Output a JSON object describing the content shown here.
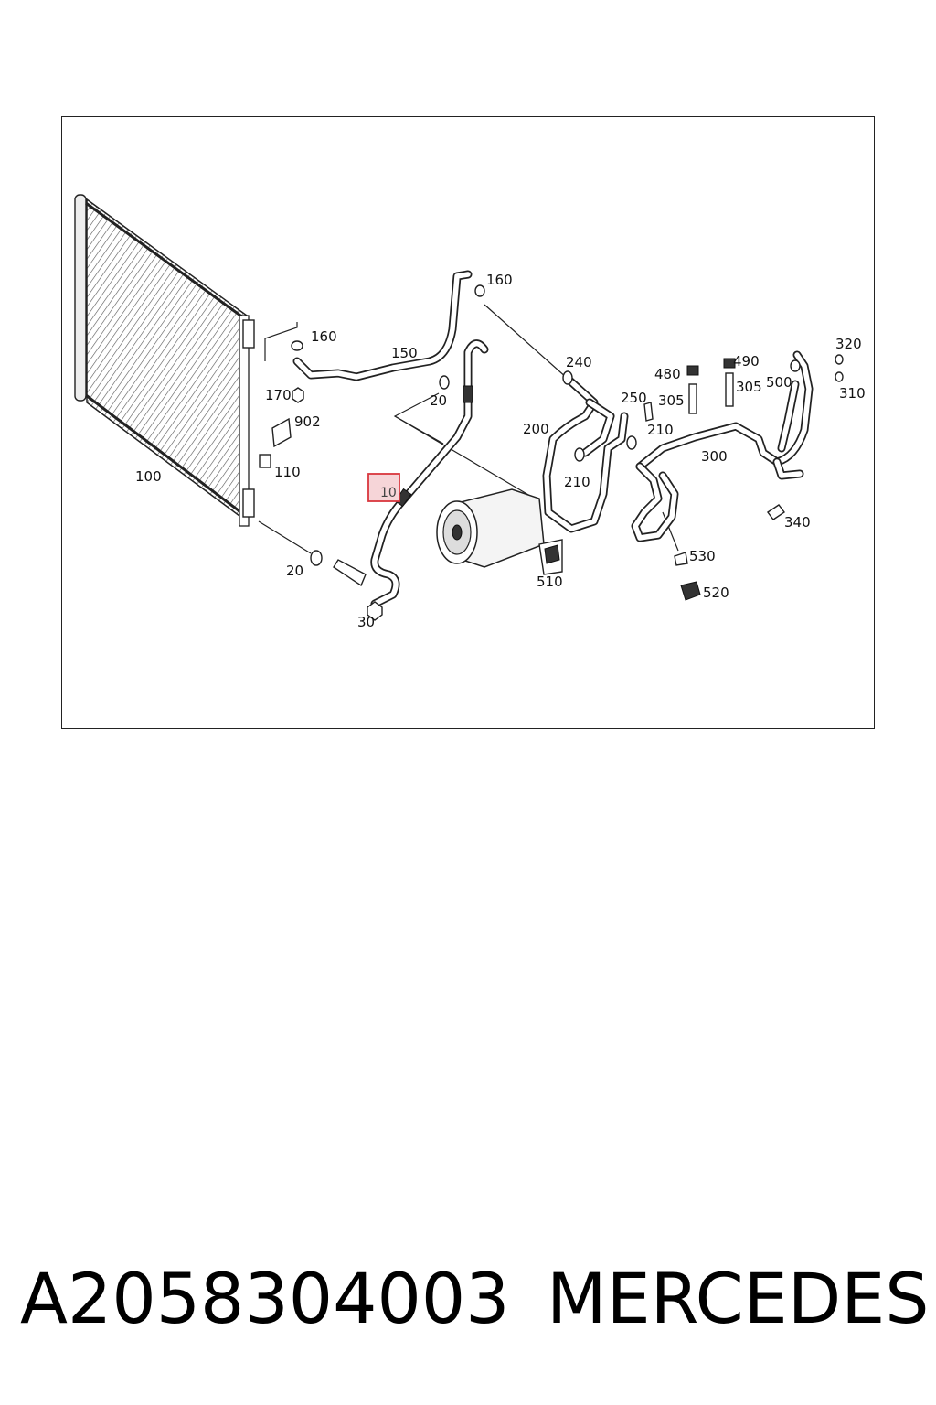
{
  "callouts": {
    "c10": "10",
    "c20a": "20",
    "c20b": "20",
    "c30": "30",
    "c100": "100",
    "c110": "110",
    "c150": "150",
    "c160a": "160",
    "c160b": "160",
    "c170": "170",
    "c200": "200",
    "c210a": "210",
    "c210b": "210",
    "c240": "240",
    "c250": "250",
    "c300": "300",
    "c305a": "305",
    "c305b": "305",
    "c310": "310",
    "c320": "320",
    "c340": "340",
    "c480": "480",
    "c490": "490",
    "c500": "500",
    "c510": "510",
    "c520": "520",
    "c530": "530",
    "c902": "902"
  },
  "highlighted_callout": "10",
  "colors": {
    "highlight_border": "#d9363e",
    "highlight_fill": "#f6d5d8"
  },
  "caption": {
    "part_number": "A2058304003",
    "brand": "MERCEDES"
  }
}
